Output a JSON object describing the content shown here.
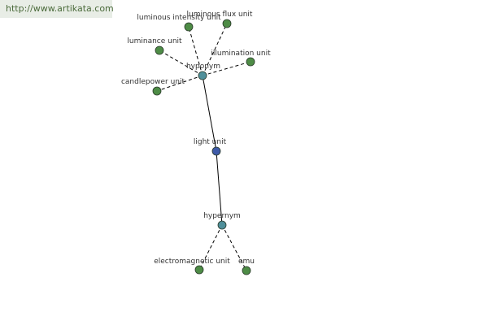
{
  "watermark": "http://www.artikata.com",
  "colors": {
    "leaf": "#4e8c46",
    "hub": "#4f8f9a",
    "center": "#3e5aa8",
    "background": "#ffffff"
  },
  "nodes": [
    {
      "id": "hyponym",
      "label": "hyponym",
      "kind": "hub"
    },
    {
      "id": "light-unit",
      "label": "light unit",
      "kind": "center"
    },
    {
      "id": "hypernym",
      "label": "hypernym",
      "kind": "hub"
    },
    {
      "id": "luminous-intensity-unit",
      "label": "luminous intensity unit",
      "kind": "leaf"
    },
    {
      "id": "luminous-flux-unit",
      "label": "luminous flux unit",
      "kind": "leaf"
    },
    {
      "id": "luminance-unit",
      "label": "luminance unit",
      "kind": "leaf"
    },
    {
      "id": "illumination-unit",
      "label": "illumination unit",
      "kind": "leaf"
    },
    {
      "id": "candlepower-unit",
      "label": "candlepower unit",
      "kind": "leaf"
    },
    {
      "id": "electromagnetic-unit",
      "label": "electromagnetic unit",
      "kind": "leaf"
    },
    {
      "id": "emu",
      "label": "emu",
      "kind": "leaf"
    }
  ],
  "edges": [
    {
      "from": "hyponym",
      "to": "light-unit",
      "style": "solid"
    },
    {
      "from": "light-unit",
      "to": "hypernym",
      "style": "solid"
    },
    {
      "from": "hyponym",
      "to": "luminous-intensity-unit",
      "style": "dashed"
    },
    {
      "from": "hyponym",
      "to": "luminous-flux-unit",
      "style": "dashed"
    },
    {
      "from": "hyponym",
      "to": "luminance-unit",
      "style": "dashed"
    },
    {
      "from": "hyponym",
      "to": "illumination-unit",
      "style": "dashed"
    },
    {
      "from": "hyponym",
      "to": "candlepower-unit",
      "style": "dashed"
    },
    {
      "from": "hypernym",
      "to": "electromagnetic-unit",
      "style": "dashed"
    },
    {
      "from": "hypernym",
      "to": "emu",
      "style": "dashed"
    }
  ]
}
